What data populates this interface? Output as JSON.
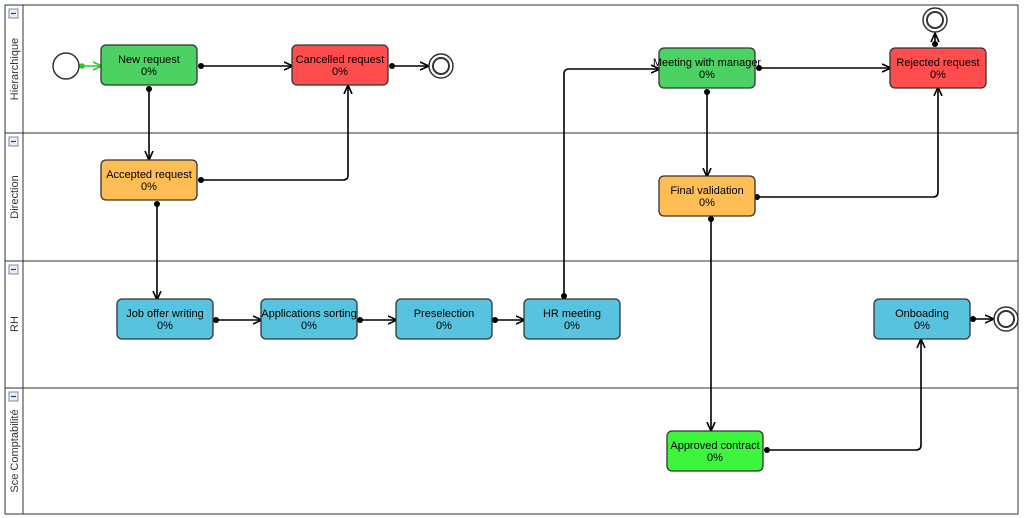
{
  "colors": {
    "hierarchy_green": "#4cd263",
    "cancel_red": "#ff4d4d",
    "direction_orange": "#ffbe55",
    "rh_blue": "#57c3df",
    "approved_green": "#3cf53c",
    "start_arrow_green": "#22cc22",
    "border": "#333333"
  },
  "lanes": [
    {
      "id": "hierarchique",
      "label": "Hierarchique"
    },
    {
      "id": "direction",
      "label": "Direction"
    },
    {
      "id": "rh",
      "label": "RH"
    },
    {
      "id": "compta",
      "label": "Sce Comptabilité"
    }
  ],
  "tasks": [
    {
      "id": "new_request",
      "label": "New request",
      "progress": "0%",
      "color_key": "hierarchy_green"
    },
    {
      "id": "cancelled_request",
      "label": "Cancelled request",
      "progress": "0%",
      "color_key": "cancel_red"
    },
    {
      "id": "meeting_manager",
      "label": "Meeting with manager",
      "progress": "0%",
      "color_key": "hierarchy_green"
    },
    {
      "id": "rejected_request",
      "label": "Rejected request",
      "progress": "0%",
      "color_key": "cancel_red"
    },
    {
      "id": "accepted_request",
      "label": "Accepted request",
      "progress": "0%",
      "color_key": "direction_orange"
    },
    {
      "id": "final_validation",
      "label": "Final validation",
      "progress": "0%",
      "color_key": "direction_orange"
    },
    {
      "id": "job_offer",
      "label": "Job offer writing",
      "progress": "0%",
      "color_key": "rh_blue"
    },
    {
      "id": "applications_sorting",
      "label": "Applications sorting",
      "progress": "0%",
      "color_key": "rh_blue"
    },
    {
      "id": "preselection",
      "label": "Preselection",
      "progress": "0%",
      "color_key": "rh_blue"
    },
    {
      "id": "hr_meeting",
      "label": "HR meeting",
      "progress": "0%",
      "color_key": "rh_blue"
    },
    {
      "id": "onboarding",
      "label": "Onboading",
      "progress": "0%",
      "color_key": "rh_blue"
    },
    {
      "id": "approved_contract",
      "label": "Approved contract",
      "progress": "0%",
      "color_key": "approved_green"
    }
  ],
  "events": [
    {
      "id": "start",
      "type": "start"
    },
    {
      "id": "end_cancel",
      "type": "end"
    },
    {
      "id": "end_reject",
      "type": "end"
    },
    {
      "id": "end_onboard",
      "type": "end"
    }
  ],
  "flows": [
    {
      "from": "start",
      "to": "new_request"
    },
    {
      "from": "new_request",
      "to": "cancelled_request"
    },
    {
      "from": "cancelled_request",
      "to": "end_cancel"
    },
    {
      "from": "new_request",
      "to": "accepted_request"
    },
    {
      "from": "accepted_request",
      "to": "cancelled_request"
    },
    {
      "from": "accepted_request",
      "to": "job_offer"
    },
    {
      "from": "job_offer",
      "to": "applications_sorting"
    },
    {
      "from": "applications_sorting",
      "to": "preselection"
    },
    {
      "from": "preselection",
      "to": "hr_meeting"
    },
    {
      "from": "hr_meeting",
      "to": "meeting_manager"
    },
    {
      "from": "meeting_manager",
      "to": "rejected_request"
    },
    {
      "from": "rejected_request",
      "to": "end_reject"
    },
    {
      "from": "meeting_manager",
      "to": "final_validation"
    },
    {
      "from": "final_validation",
      "to": "rejected_request"
    },
    {
      "from": "final_validation",
      "to": "approved_contract"
    },
    {
      "from": "approved_contract",
      "to": "onboarding"
    },
    {
      "from": "onboarding",
      "to": "end_onboard"
    }
  ]
}
